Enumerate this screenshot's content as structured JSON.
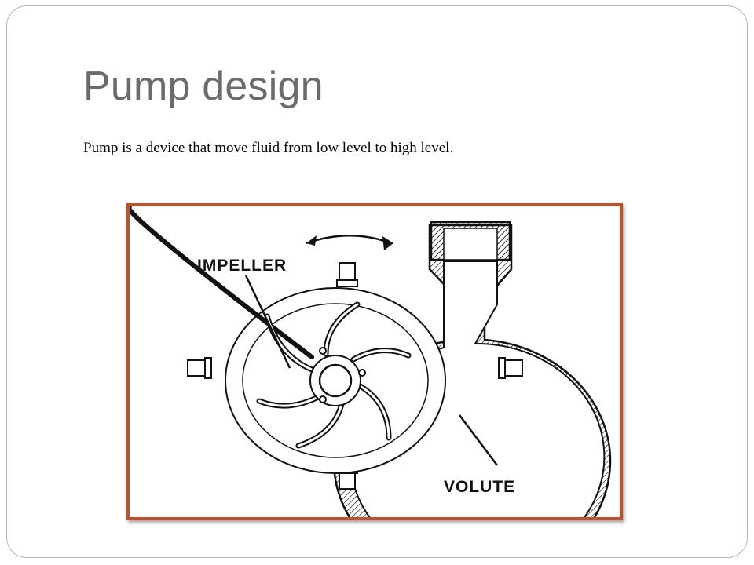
{
  "slide": {
    "title": "Pump design",
    "body": "Pump is a device that move fluid from low level to high level."
  },
  "diagram": {
    "labels": {
      "impeller": "IMPELLER",
      "volute": "VOLUTE"
    },
    "frame_color": "#c2502a"
  }
}
